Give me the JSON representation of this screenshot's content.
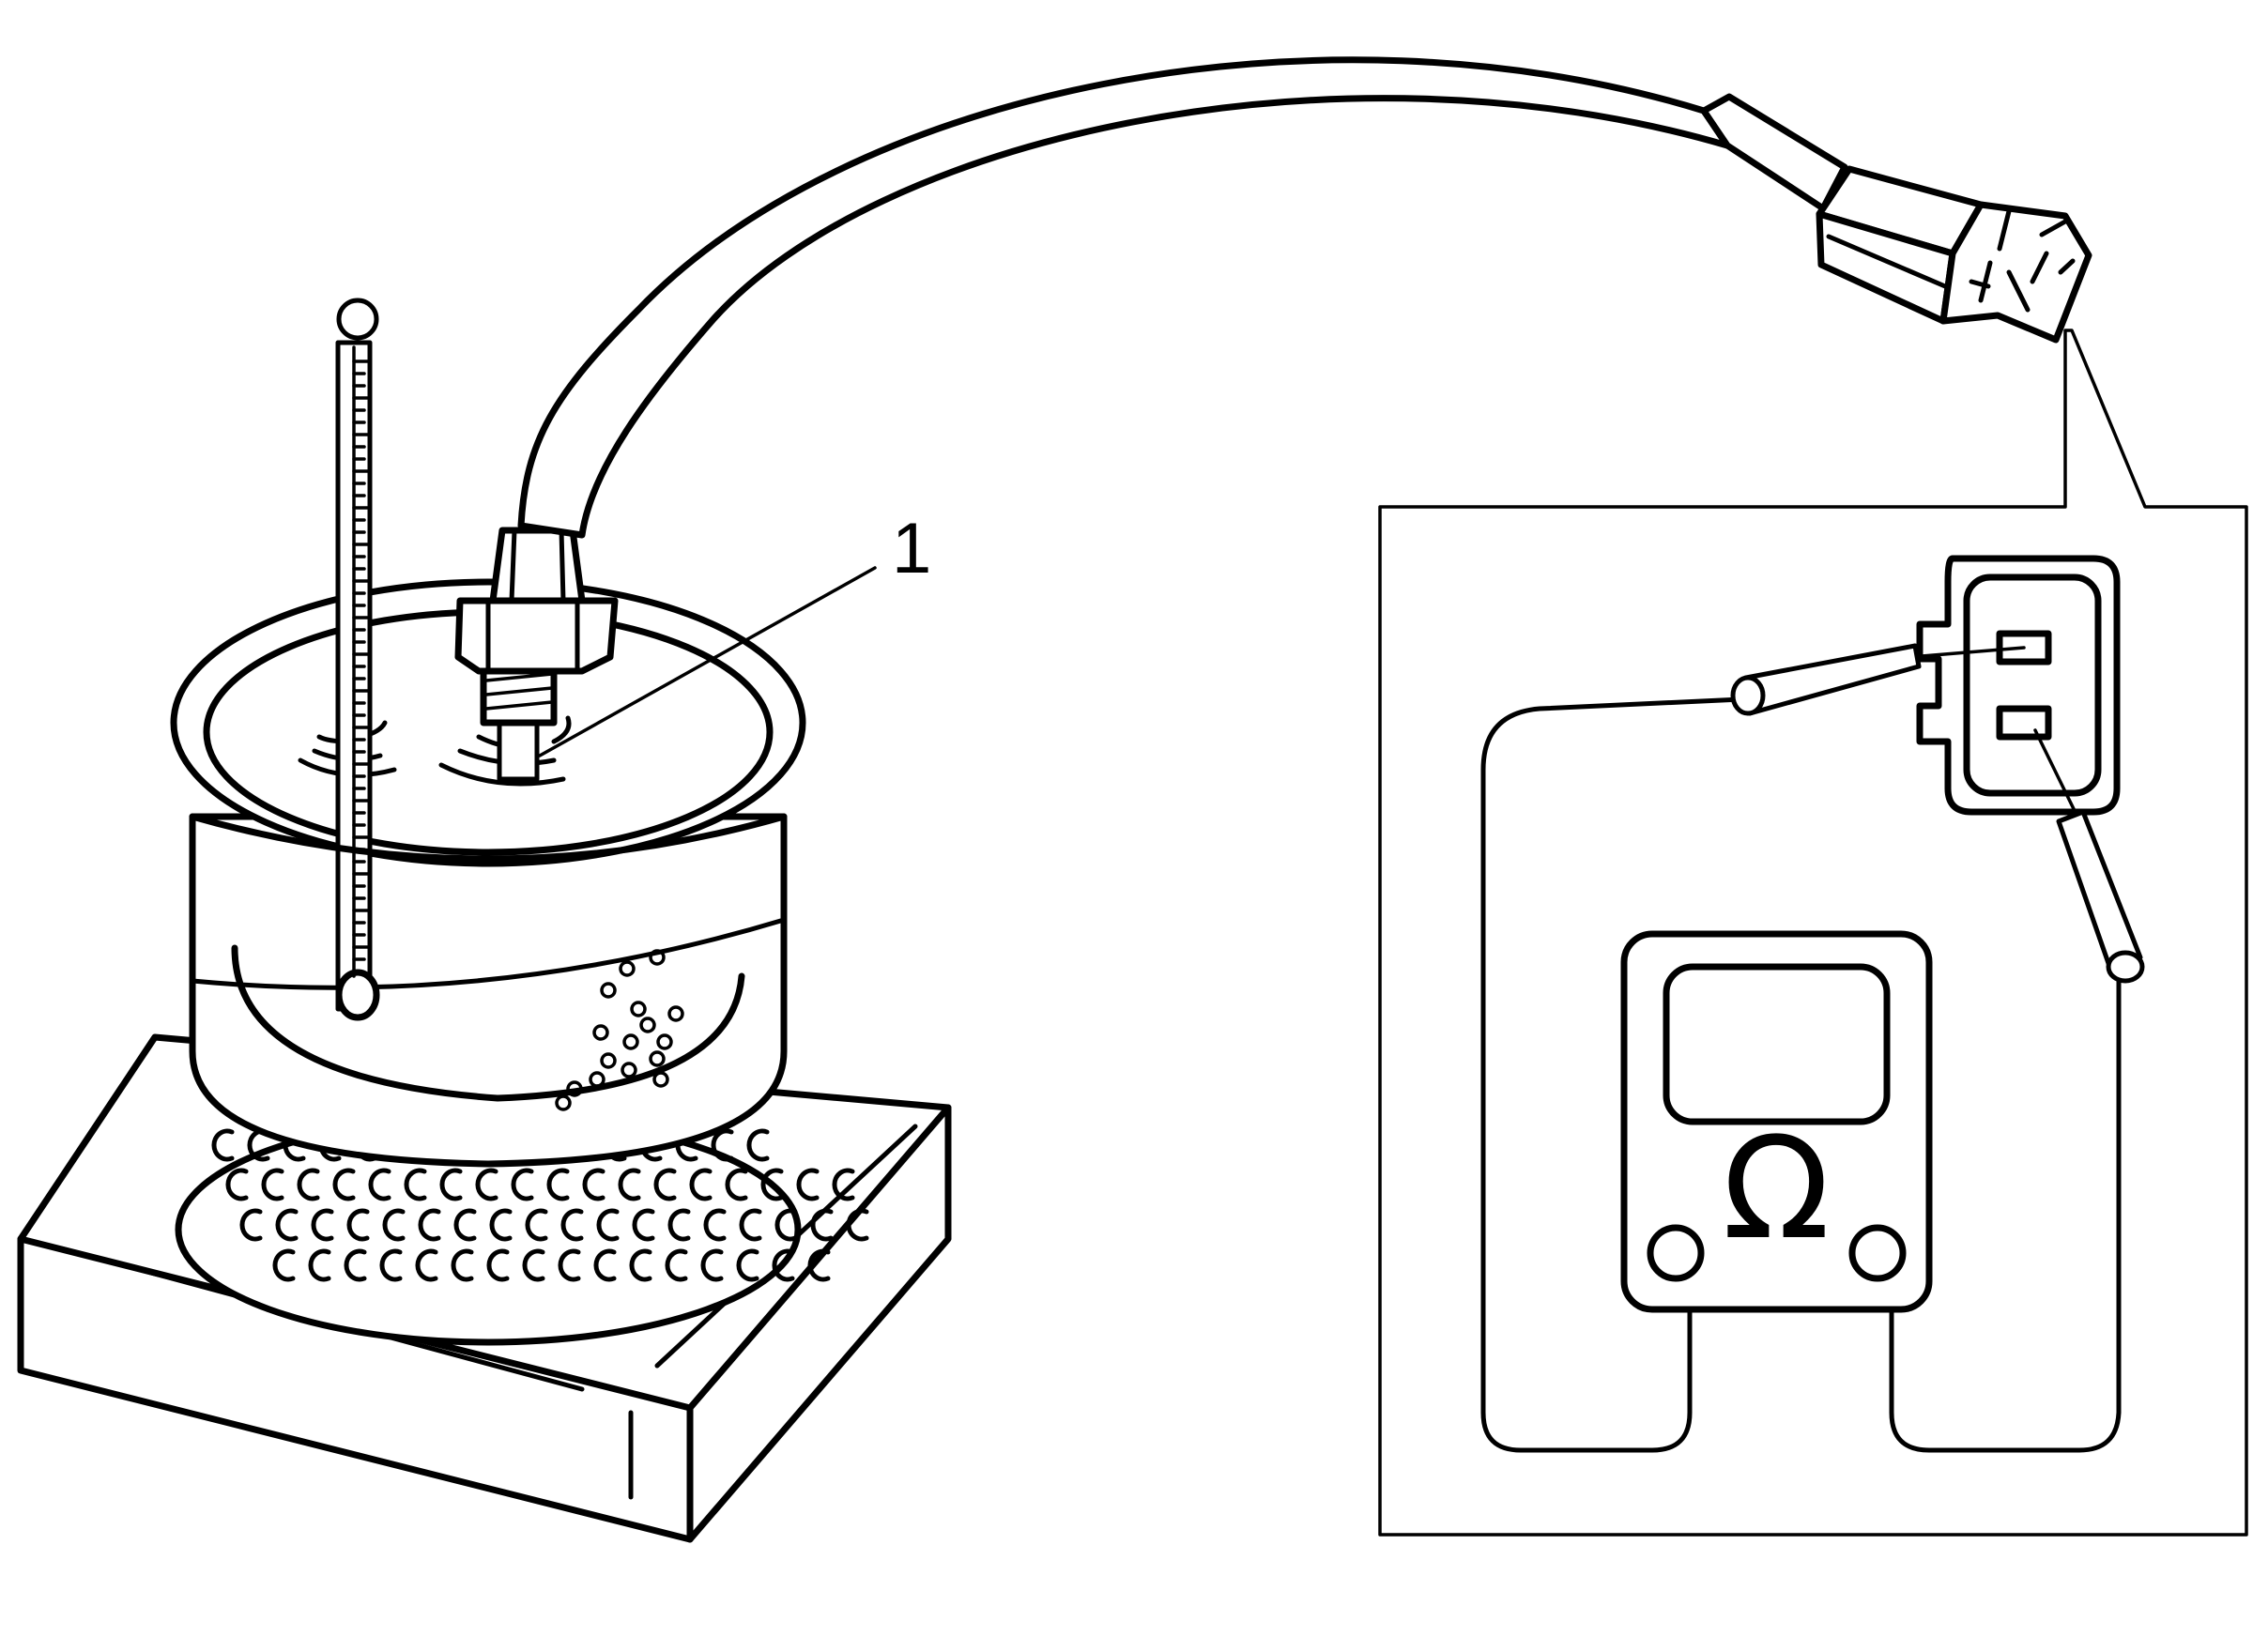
{
  "callouts": [
    {
      "id": "1",
      "label": "1",
      "target": "temperature-sensor"
    }
  ],
  "meter": {
    "symbol": "Ω"
  },
  "icons": [
    "ohm-symbol-icon",
    "thermometer-icon",
    "hot-plate-icon"
  ]
}
